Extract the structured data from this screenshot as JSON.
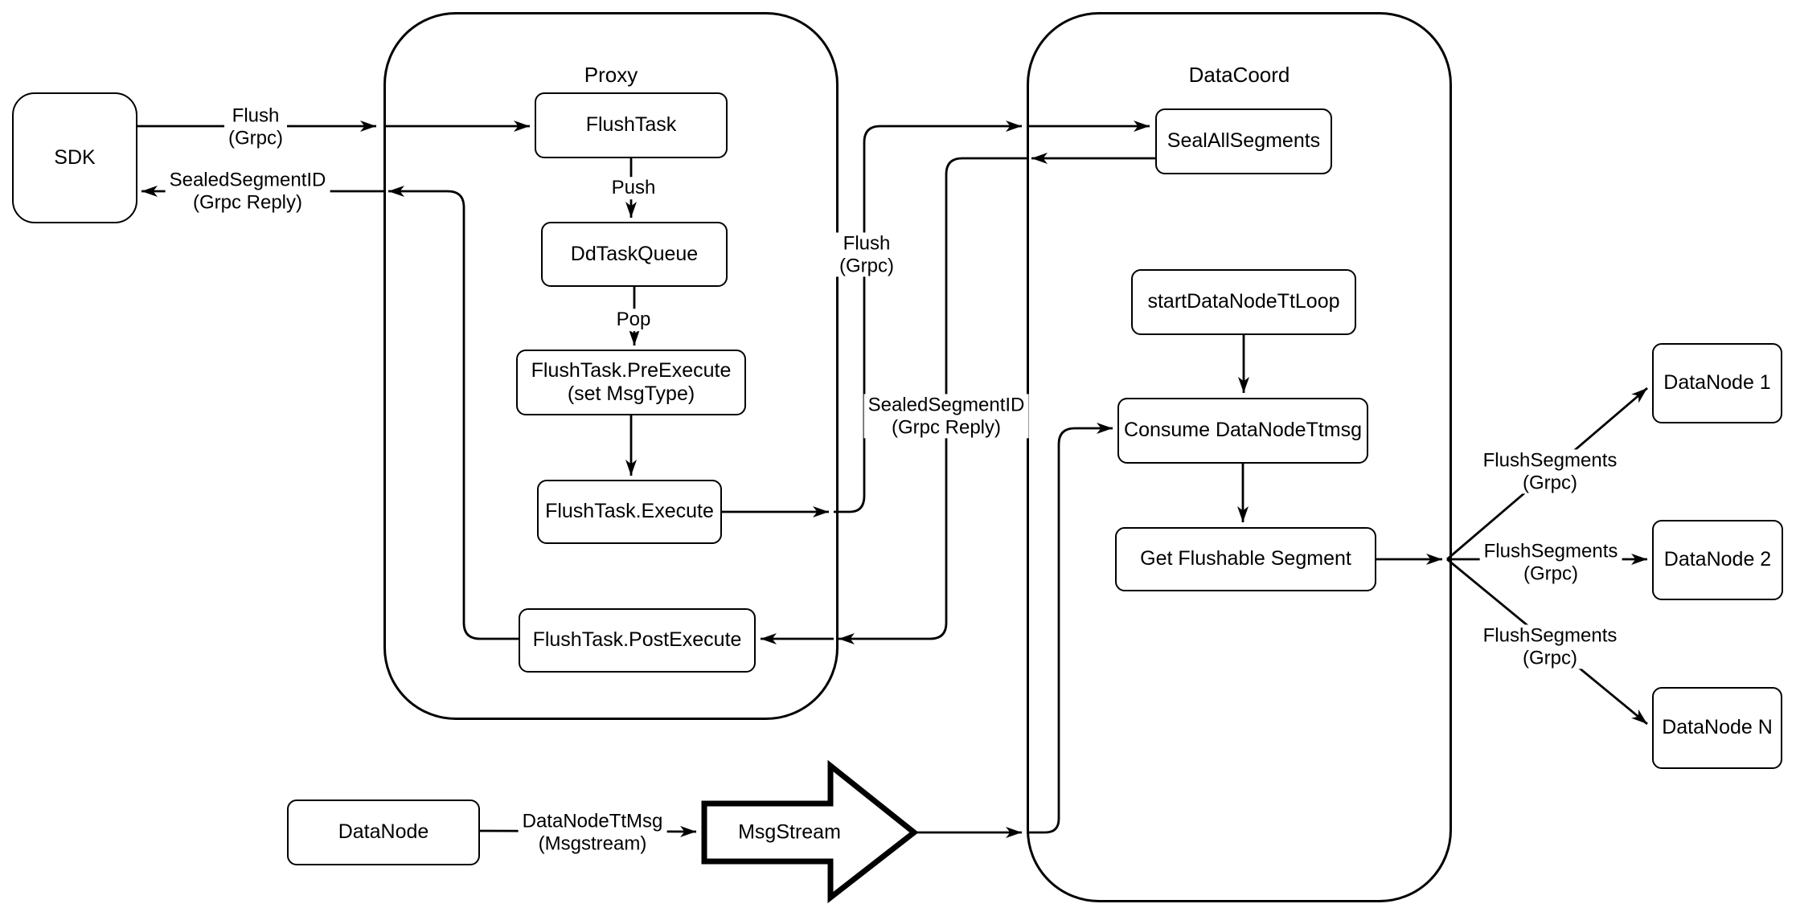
{
  "colors": {
    "line": "#000000",
    "fill": "#ffffff",
    "text": "#000000"
  },
  "containers": {
    "proxy": {
      "title": "Proxy"
    },
    "datacoord": {
      "title": "DataCoord"
    }
  },
  "nodes": {
    "sdk": "SDK",
    "flush_task": "FlushTask",
    "dd_task_queue": "DdTaskQueue",
    "pre_execute": [
      "FlushTask.PreExecute",
      "(set MsgType)"
    ],
    "execute": "FlushTask.Execute",
    "post_execute": "FlushTask.PostExecute",
    "seal_all_segments": "SealAllSegments",
    "start_data_node_tt_loop": "startDataNodeTtLoop",
    "consume_data_node_ttmsg": "Consume DataNodeTtmsg",
    "get_flushable_segment": "Get Flushable Segment",
    "data_node_1": "DataNode 1",
    "data_node_2": "DataNode 2",
    "data_node_n": "DataNode N",
    "data_node": "DataNode",
    "msg_stream": "MsgStream"
  },
  "edge_labels": {
    "flush_grpc": [
      "Flush",
      "(Grpc)"
    ],
    "sealed_segment_id": [
      "SealedSegmentID",
      "(Grpc Reply)"
    ],
    "push": "Push",
    "pop": "Pop",
    "flush_segments": [
      "FlushSegments",
      "(Grpc)"
    ],
    "data_node_tt_msg": [
      "DataNodeTtMsg",
      "(Msgstream)"
    ]
  }
}
